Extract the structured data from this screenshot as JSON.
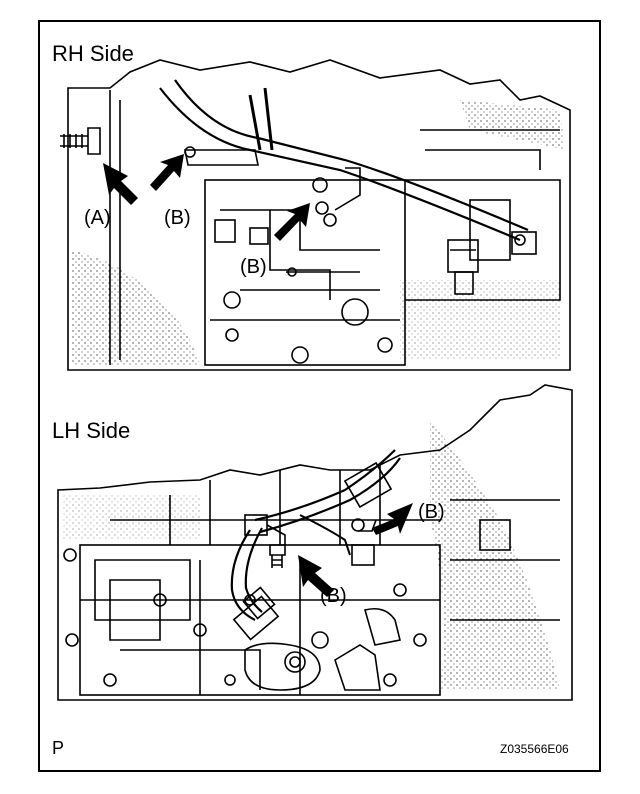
{
  "figure": {
    "sections": [
      {
        "title": "RH Side"
      },
      {
        "title": "LH Side"
      }
    ],
    "callouts": {
      "a": "(A)",
      "b": "(B)"
    },
    "corner_mark": "P",
    "figure_code": "Z035566E06"
  }
}
